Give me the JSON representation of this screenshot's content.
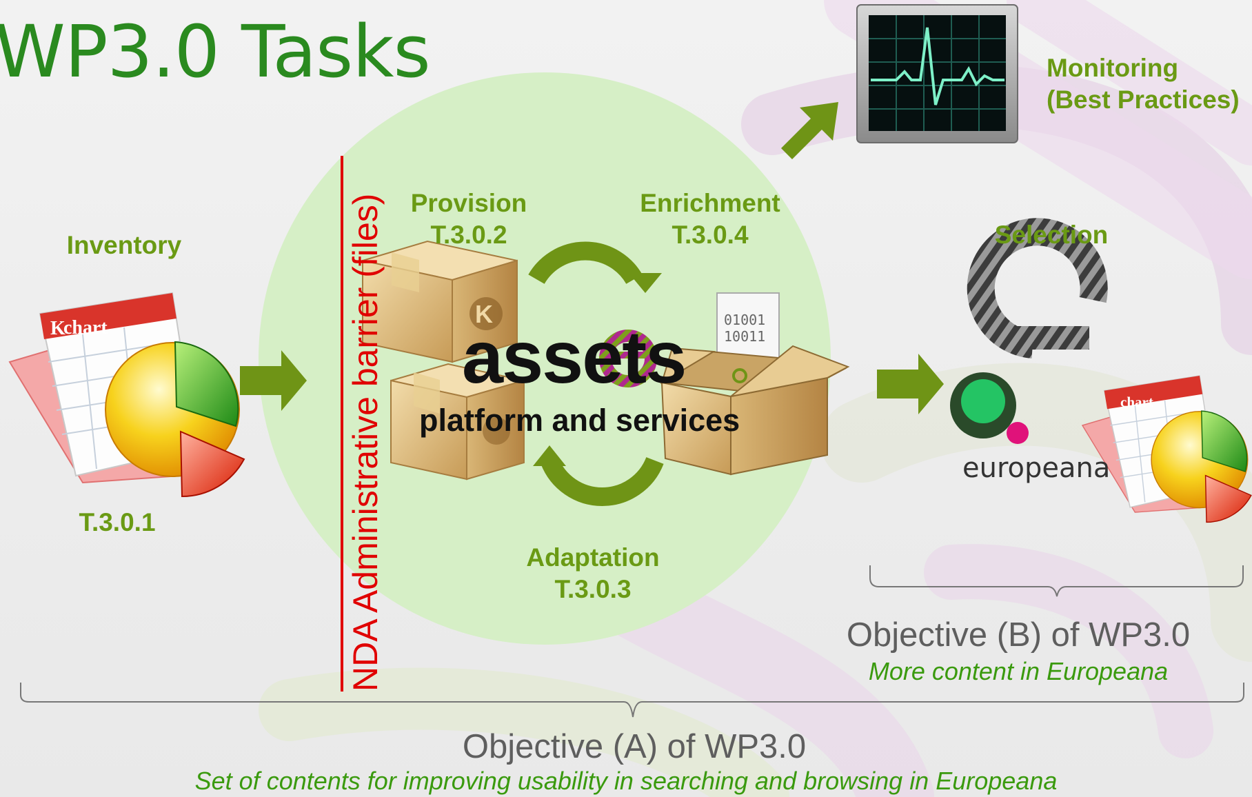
{
  "title": "WP3.0 Tasks",
  "monitoring": {
    "line1": "Monitoring",
    "line2": "(Best Practices)"
  },
  "inventory": {
    "label": "Inventory",
    "task": "T.3.0.1"
  },
  "barrier": {
    "text": "NDA Administrative barrier (files)"
  },
  "provision": {
    "label": "Provision",
    "task": "T.3.0.2"
  },
  "enrichment": {
    "label": "Enrichment",
    "task": "T.3.0.4"
  },
  "adaptation": {
    "label": "Adaptation",
    "task": "T.3.0.3"
  },
  "selection": {
    "label": "Selection"
  },
  "assets": {
    "logo": "assets",
    "subtitle": "platform and services"
  },
  "kchart": {
    "label": "chart"
  },
  "binary": {
    "line1": "01001",
    "line2": "10011"
  },
  "europeana": {
    "label": "europeana"
  },
  "objective_b": {
    "title": "Objective (B) of WP3.0",
    "subtitle": "More content in Europeana"
  },
  "objective_a": {
    "title": "Objective (A) of WP3.0",
    "subtitle": "Set of contents for improving usability in searching and browsing in Europeana"
  },
  "colors": {
    "title_green": "#2a8a1f",
    "label_green": "#6a9a14",
    "arrow_green": "#6f9416",
    "circle_fill": "#d6efc6",
    "barrier_red": "#e00000",
    "objective_gray": "#5e5e5e"
  },
  "icons": [
    "kchart-icon",
    "package-icon",
    "open-box-icon",
    "monitor-icon",
    "europeana-logo-icon",
    "cycle-arrow-icon",
    "right-arrow-icon"
  ]
}
